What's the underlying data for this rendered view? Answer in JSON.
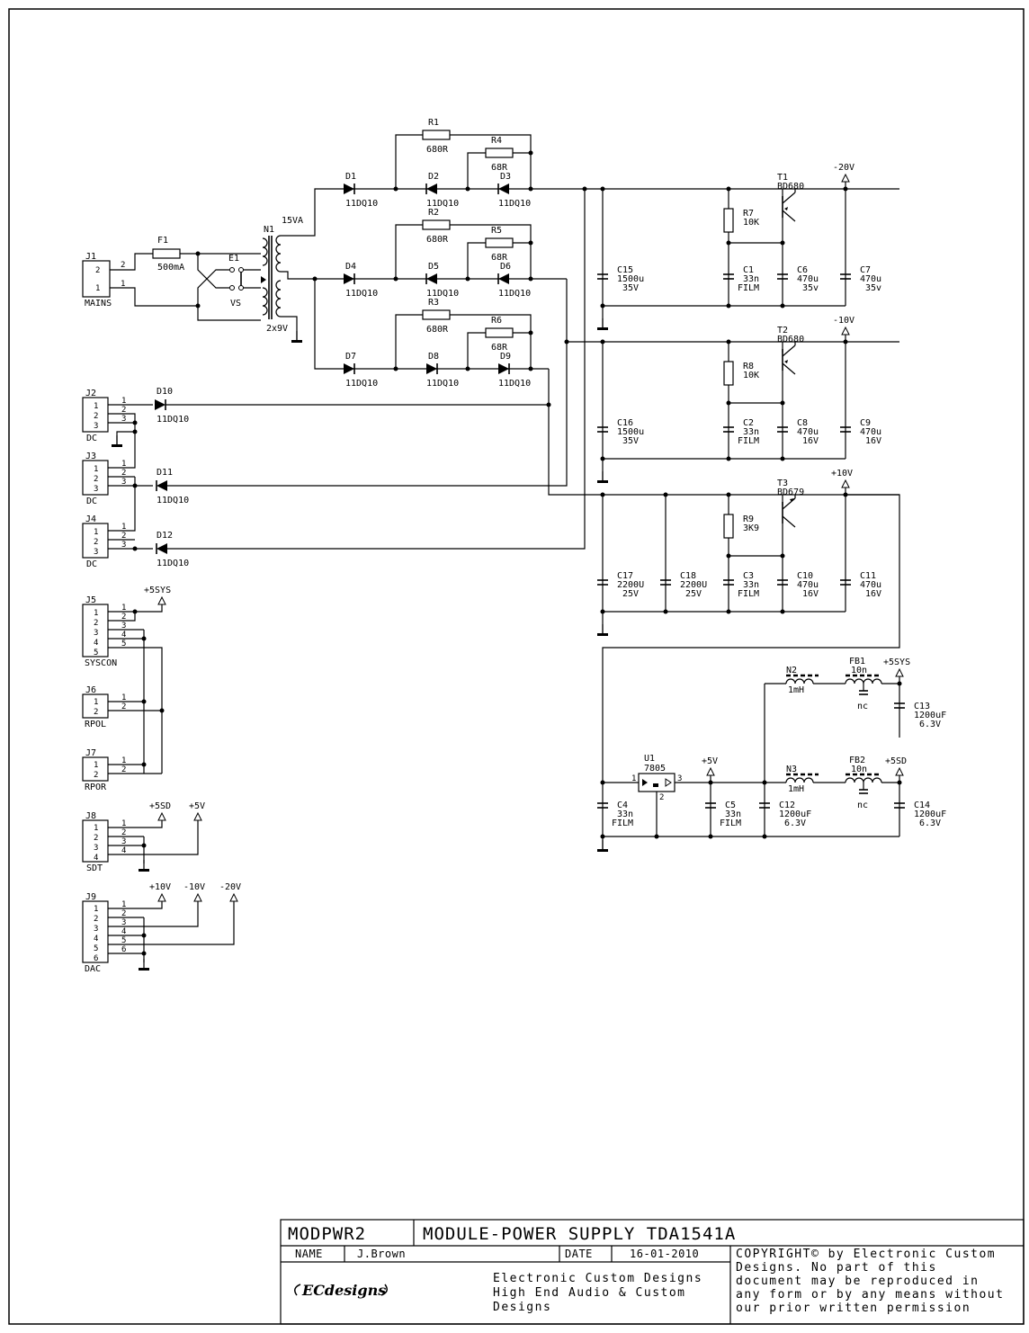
{
  "title_block": {
    "drawing_id": "MODPWR2",
    "drawing_title": "MODULE-POWER SUPPLY TDA1541A",
    "name_label": "NAME",
    "name_value": "J.Brown",
    "date_label": "DATE",
    "date_value": "16-01-2010",
    "company_line1": "Electronic Custom Designs",
    "company_line2": "High End Audio  &  Custom",
    "company_line3": "Designs",
    "copyright_line1": "COPYRIGHT© by Electronic Custom",
    "copyright_line2": "Designs. No part of this",
    "copyright_line3": "document may be reproduced in",
    "copyright_line4": "any form or by any means without",
    "copyright_line5": "our prior written permission",
    "logo_text": "ECdesigns"
  },
  "components": {
    "J1": {
      "ref": "J1",
      "name": "MAINS",
      "pins": [
        "2",
        "1"
      ]
    },
    "F1": {
      "ref": "F1",
      "value": "500mA"
    },
    "E1": {
      "ref": "E1",
      "value": "VS"
    },
    "N1": {
      "ref": "N1",
      "value": "15VA",
      "secondary": "2x9V"
    },
    "R1": {
      "ref": "R1",
      "value": "680R"
    },
    "R2": {
      "ref": "R2",
      "value": "680R"
    },
    "R3": {
      "ref": "R3",
      "value": "680R"
    },
    "R4": {
      "ref": "R4",
      "value": "68R"
    },
    "R5": {
      "ref": "R5",
      "value": "68R"
    },
    "R6": {
      "ref": "R6",
      "value": "68R"
    },
    "R7": {
      "ref": "R7",
      "value": "10K"
    },
    "R8": {
      "ref": "R8",
      "value": "10K"
    },
    "R9": {
      "ref": "R9",
      "value": "3K9"
    },
    "D1": {
      "ref": "D1",
      "value": "11DQ10"
    },
    "D2": {
      "ref": "D2",
      "value": "11DQ10"
    },
    "D3": {
      "ref": "D3",
      "value": "11DQ10"
    },
    "D4": {
      "ref": "D4",
      "value": "11DQ10"
    },
    "D5": {
      "ref": "D5",
      "value": "11DQ10"
    },
    "D6": {
      "ref": "D6",
      "value": "11DQ10"
    },
    "D7": {
      "ref": "D7",
      "value": "11DQ10"
    },
    "D8": {
      "ref": "D8",
      "value": "11DQ10"
    },
    "D9": {
      "ref": "D9",
      "value": "11DQ10"
    },
    "D10": {
      "ref": "D10",
      "value": "11DQ10"
    },
    "D11": {
      "ref": "D11",
      "value": "11DQ10"
    },
    "D12": {
      "ref": "D12",
      "value": "11DQ10"
    },
    "T1": {
      "ref": "T1",
      "value": "BD680"
    },
    "T2": {
      "ref": "T2",
      "value": "BD680"
    },
    "T3": {
      "ref": "T3",
      "value": "BD679"
    },
    "C1": {
      "ref": "C1",
      "v1": "33n",
      "v2": "FILM"
    },
    "C2": {
      "ref": "C2",
      "v1": "33n",
      "v2": "FILM"
    },
    "C3": {
      "ref": "C3",
      "v1": "33n",
      "v2": "FILM"
    },
    "C4": {
      "ref": "C4",
      "v1": "33n",
      "v2": "FILM"
    },
    "C5": {
      "ref": "C5",
      "v1": "33n",
      "v2": "FILM"
    },
    "C6": {
      "ref": "C6",
      "v1": "470u",
      "v2": "35v"
    },
    "C7": {
      "ref": "C7",
      "v1": "470u",
      "v2": "35v"
    },
    "C8": {
      "ref": "C8",
      "v1": "470u",
      "v2": "16V"
    },
    "C9": {
      "ref": "C9",
      "v1": "470u",
      "v2": "16V"
    },
    "C10": {
      "ref": "C10",
      "v1": "470u",
      "v2": "16V"
    },
    "C11": {
      "ref": "C11",
      "v1": "470u",
      "v2": "16V"
    },
    "C12": {
      "ref": "C12",
      "v1": "1200uF",
      "v2": "6.3V"
    },
    "C13": {
      "ref": "C13",
      "v1": "1200uF",
      "v2": "6.3V"
    },
    "C14": {
      "ref": "C14",
      "v1": "1200uF",
      "v2": "6.3V"
    },
    "C15": {
      "ref": "C15",
      "v1": "1500u",
      "v2": "35V"
    },
    "C16": {
      "ref": "C16",
      "v1": "1500u",
      "v2": "35V"
    },
    "C17": {
      "ref": "C17",
      "v1": "2200U",
      "v2": "25V"
    },
    "C18": {
      "ref": "C18",
      "v1": "2200U",
      "v2": "25V"
    },
    "U1": {
      "ref": "U1",
      "value": "7805",
      "pin1": "1",
      "pin2": "2",
      "pin3": "3"
    },
    "N2": {
      "ref": "N2",
      "value": "1mH"
    },
    "N3": {
      "ref": "N3",
      "value": "1mH"
    },
    "FB1": {
      "ref": "FB1",
      "value": "10n",
      "nc": "nc"
    },
    "FB2": {
      "ref": "FB2",
      "value": "10n",
      "nc": "nc"
    },
    "J2": {
      "ref": "J2",
      "name": "DC",
      "pins": [
        "1",
        "2",
        "3"
      ]
    },
    "J3": {
      "ref": "J3",
      "name": "DC",
      "pins": [
        "1",
        "2",
        "3"
      ]
    },
    "J4": {
      "ref": "J4",
      "name": "DC",
      "pins": [
        "1",
        "2",
        "3"
      ]
    },
    "J5": {
      "ref": "J5",
      "name": "SYSCON",
      "pins": [
        "1",
        "2",
        "3",
        "4",
        "5"
      ]
    },
    "J6": {
      "ref": "J6",
      "name": "RPOL",
      "pins": [
        "1",
        "2"
      ]
    },
    "J7": {
      "ref": "J7",
      "name": "RPOR",
      "pins": [
        "1",
        "2"
      ]
    },
    "J8": {
      "ref": "J8",
      "name": "SDT",
      "pins": [
        "1",
        "2",
        "3",
        "4"
      ]
    },
    "J9": {
      "ref": "J9",
      "name": "DAC",
      "pins": [
        "1",
        "2",
        "3",
        "4",
        "5",
        "6"
      ]
    }
  },
  "rails": {
    "m20v": "-20V",
    "m10v": "-10V",
    "p10v": "+10V",
    "p5v": "+5V",
    "p5sys": "+5SYS",
    "p5sd": "+5SD",
    "p5sys_j5": "+5SYS",
    "p5sd_j8": "+5SD",
    "p5v_j8": "+5V",
    "p10v_j9": "+10V",
    "m10v_j9": "-10V",
    "m20v_j9": "-20V"
  }
}
